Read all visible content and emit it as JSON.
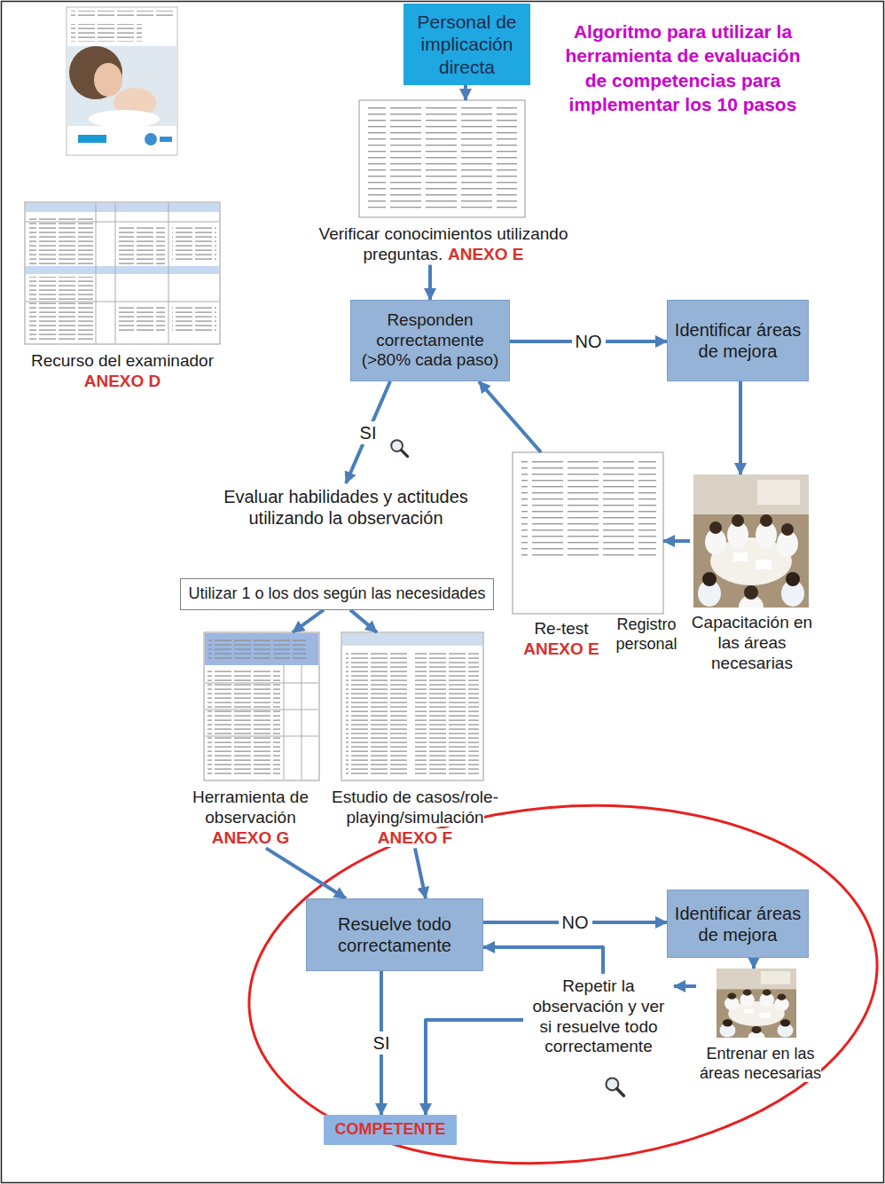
{
  "diagram": {
    "title": "Algoritmo para utilizar la herramienta de evaluación de competencias para implementar los 10 pasos",
    "nodes": [
      {
        "text": [
          "Personal de implicación directa"
        ]
      },
      {
        "text": [
          "Verificar conocimientos utilizando preguntas.",
          "ANEXO E"
        ]
      },
      {
        "text": [
          "Recurso del examinador",
          "ANEXO D"
        ]
      },
      {
        "text": [
          "Responden correctamente (>80% cada paso)"
        ]
      },
      {
        "text": [
          "Identificar áreas de mejora"
        ]
      },
      {
        "text": [
          "Evaluar habilidades y actitudes utilizando la observación"
        ]
      },
      {
        "text": [
          "Re-test",
          "ANEXO E"
        ]
      },
      {
        "text": [
          "Capacitación en las áreas necesarias"
        ]
      },
      {
        "text": [
          "Utilizar 1 o los dos según las necesidades"
        ]
      },
      {
        "text": [
          "Herramienta de observación",
          "ANEXO G"
        ]
      },
      {
        "text": [
          "Estudio de casos/role-playing/simulación",
          "ANEXO F"
        ]
      },
      {
        "text": [
          "Resuelve todo correctamente"
        ]
      },
      {
        "text": [
          "Identificar áreas de mejora"
        ]
      },
      {
        "text": [
          "Repetir la observación y ver si resuelve todo correctamente"
        ]
      },
      {
        "text": [
          "Entrenar en las áreas necesarias"
        ]
      },
      {
        "text": [
          "COMPETENTE"
        ]
      }
    ],
    "edges": [
      {
        "from": 0,
        "to": 1,
        "arrow": "to"
      },
      {
        "from": 1,
        "to": 3,
        "arrow": "to"
      },
      {
        "from": 3,
        "to": 4,
        "label": "NO",
        "arrow": "to"
      },
      {
        "from": 4,
        "to": 7,
        "arrow": "to"
      },
      {
        "from": 7,
        "to": 6,
        "arrow": "to"
      },
      {
        "from": 6,
        "to": 3,
        "arrow": "to"
      },
      {
        "from": 3,
        "to": 5,
        "label": "SI",
        "arrow": "to"
      },
      {
        "from": 8,
        "to": 9,
        "arrow": "to"
      },
      {
        "from": 8,
        "to": 10,
        "arrow": "to"
      },
      {
        "from": 9,
        "to": 11,
        "arrow": "to"
      },
      {
        "from": 10,
        "to": 11,
        "arrow": "to"
      },
      {
        "from": 11,
        "to": 12,
        "label": "NO",
        "arrow": "to"
      },
      {
        "from": 12,
        "to": 14,
        "arrow": "to"
      },
      {
        "from": 14,
        "to": 13,
        "arrow": "to"
      },
      {
        "from": 13,
        "to": 11,
        "arrow": "to"
      },
      {
        "from": 11,
        "to": 15,
        "label": "SI",
        "arrow": "to"
      },
      {
        "from": 13,
        "to": 15,
        "arrow": "to"
      }
    ],
    "labels": [
      "Registro personal"
    ]
  }
}
